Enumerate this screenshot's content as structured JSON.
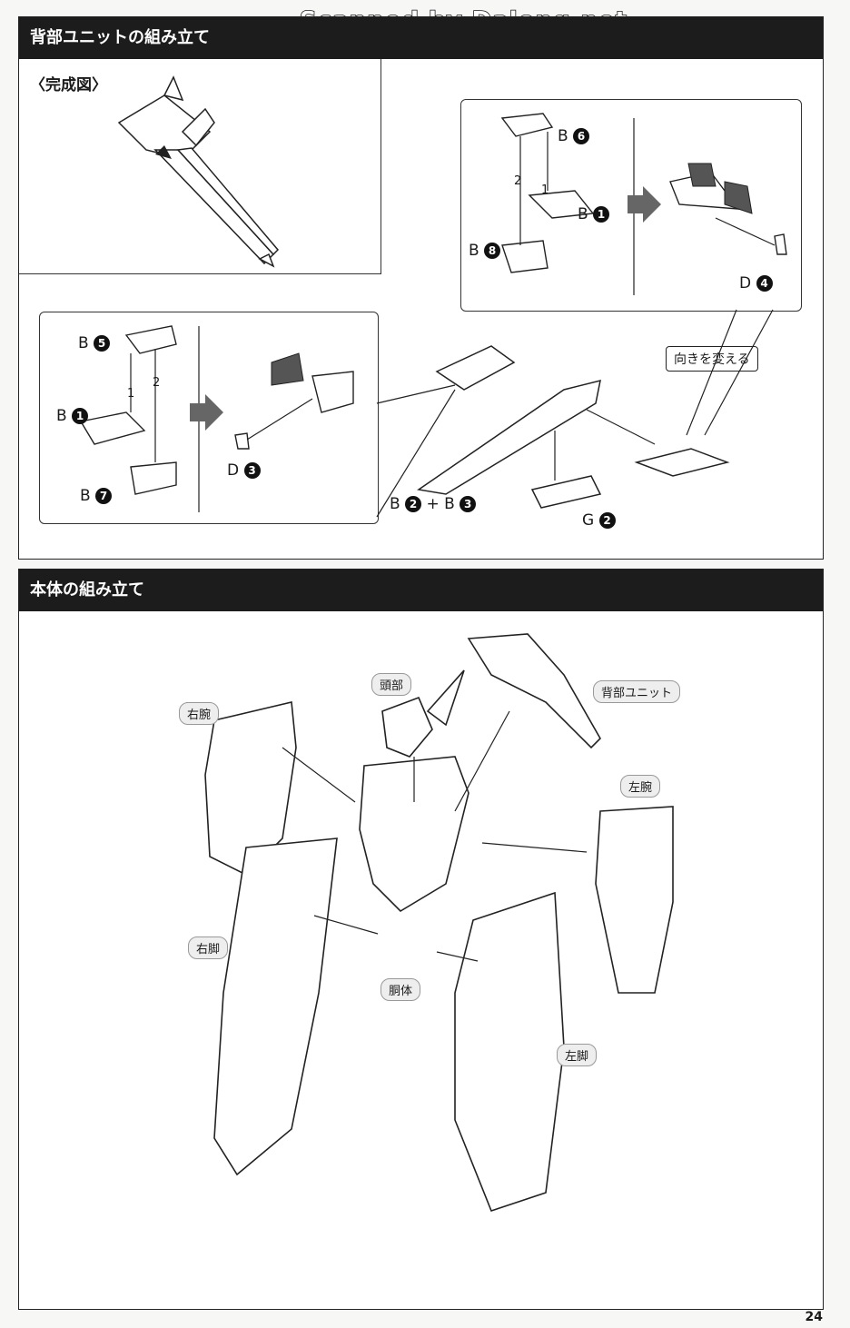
{
  "watermark": "Scanned by Dalong.net",
  "sections": {
    "back_unit": {
      "title": "背部ユニットの組み立て",
      "completed_label": "〈完成図〉",
      "callout": "向きを変える",
      "parts": {
        "b6": "B",
        "b6n": "6",
        "b1a": "B",
        "b1an": "1",
        "b8": "B",
        "b8n": "8",
        "d4": "D",
        "d4n": "4",
        "b5": "B",
        "b5n": "5",
        "b1b": "B",
        "b1bn": "1",
        "b7": "B",
        "b7n": "7",
        "d3": "D",
        "d3n": "3",
        "b2b3_a": "B",
        "b2n": "2",
        "plus": "+",
        "b2b3_b": "B",
        "b3n": "3",
        "g2": "G",
        "g2n": "2"
      },
      "steps": {
        "s1a": "1",
        "s2a": "2",
        "s1b": "1",
        "s2b": "2"
      }
    },
    "body": {
      "title": "本体の組み立て",
      "labels": {
        "head": "頭部",
        "back_unit": "背部ユニット",
        "right_arm": "右腕",
        "left_arm": "左腕",
        "right_leg": "右脚",
        "torso": "胴体",
        "left_leg": "左脚"
      }
    }
  },
  "page_number": "24"
}
